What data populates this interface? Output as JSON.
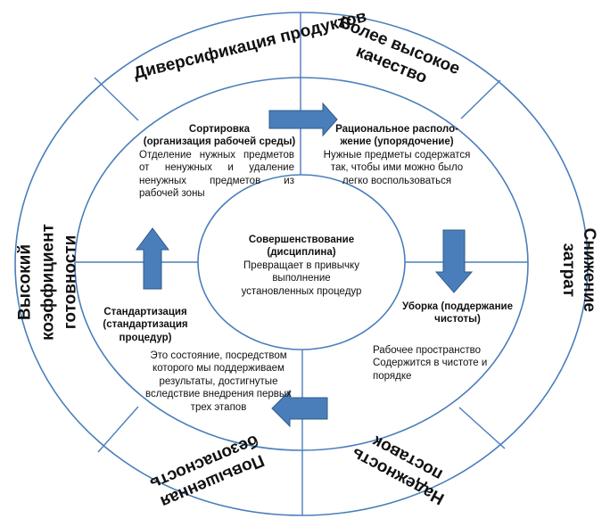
{
  "outer_ring": {
    "top_left": "Диверсификация продуктов",
    "top_right": "Более высокое качество",
    "right": "Снижение затрат",
    "bottom_right": "Надежность поставок",
    "bottom_left": "Повышенная безопасность",
    "left": "Высокий коэффициент готовности"
  },
  "steps": {
    "sort": {
      "title": "Сортировка",
      "subtitle": "(организация рабочей среды)",
      "text": "Отделение нужных предметов от ненужных и удаление ненужных предметов из рабочей зоны"
    },
    "arrange": {
      "title": "Рациональное располо-",
      "subtitle": "жение (упорядочение)",
      "text": "Нужные предметы содержатся так, чтобы ими можно было легко воспользоваться"
    },
    "clean": {
      "title": "Уборка (поддержание",
      "subtitle": "чистоты)",
      "text": "Рабочее пространство Содержится в чистоте и порядке"
    },
    "standard": {
      "title": "Стандартизация",
      "subtitle": "(стандартизация",
      "subtitle2": "процедур)",
      "text": "Это состояние, посредством которого мы поддерживаем результаты, достигнутые вследствие внедрения первых трех этапов"
    },
    "center": {
      "title": "Совершенствование",
      "subtitle": "(дисциплина)",
      "text": "Превращает в привычку выполнение установленных процедур"
    }
  },
  "colors": {
    "arrow": "#4a7ebb",
    "arrow_border": "#2e5c8a",
    "line": "#4a7ebb"
  }
}
